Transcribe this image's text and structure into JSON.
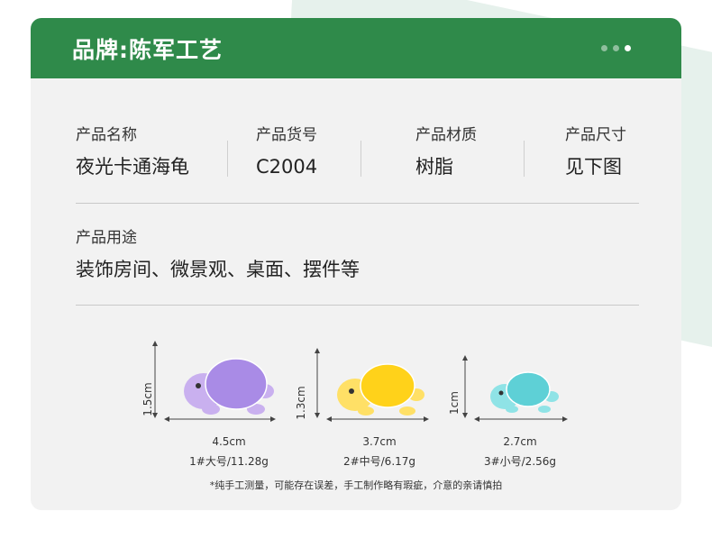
{
  "header": {
    "title": "品牌:陈军工艺"
  },
  "specs": [
    {
      "label": "产品名称",
      "value": "夜光卡通海龟"
    },
    {
      "label": "产品货号",
      "value": "C2004"
    },
    {
      "label": "产品材质",
      "value": "树脂"
    },
    {
      "label": "产品尺寸",
      "value": "见下图"
    }
  ],
  "usage": {
    "label": "产品用途",
    "value": "装饰房间、微景观、桌面、摆件等"
  },
  "figures": [
    {
      "width_text": "4.5cm",
      "height_text": "1.5cm",
      "label": "1#大号/11.28g",
      "shell": "#a98be6",
      "body": "#c9b0ef"
    },
    {
      "width_text": "3.7cm",
      "height_text": "1.3cm",
      "label": "2#中号/6.17g",
      "shell": "#ffd21a",
      "body": "#ffe066"
    },
    {
      "width_text": "2.7cm",
      "height_text": "1cm",
      "label": "3#小号/2.56g",
      "shell": "#5ed0d6",
      "body": "#8fe3e6"
    }
  ],
  "note": "*纯手工测量，可能存在误差，手工制作略有瑕疵，介意的亲请慎拍",
  "colors": {
    "header_bg": "#2f8a4a",
    "card_bg": "#f2f2f2",
    "accent_bg": "#e6f1ec"
  }
}
